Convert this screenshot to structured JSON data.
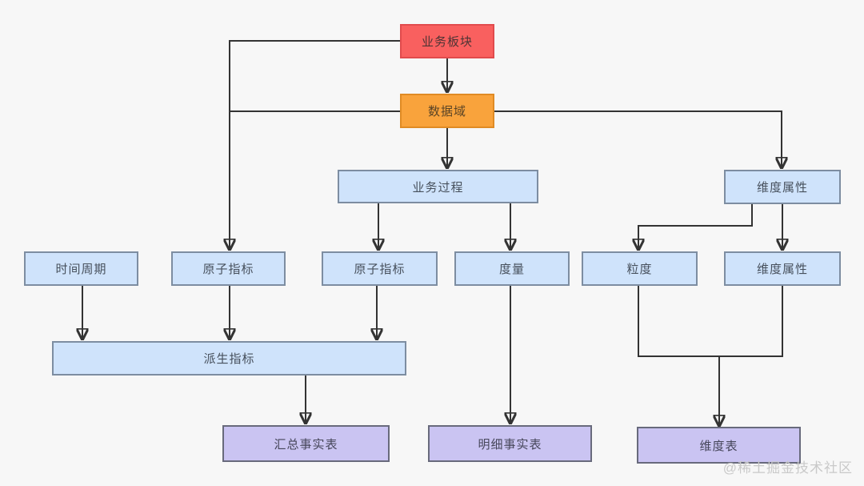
{
  "diagram": {
    "background_color": "#f7f7f7",
    "line_color": "#333333",
    "watermark": "@稀土掘金技术社区",
    "colors": {
      "red": "#f9605f",
      "orange": "#f9a33c",
      "blue": "#cfe3fb",
      "purple": "#cac4f2"
    },
    "nodes": [
      {
        "id": "business-sector",
        "label": "业务板块",
        "color": "red"
      },
      {
        "id": "data-domain",
        "label": "数据域",
        "color": "orange"
      },
      {
        "id": "business-process",
        "label": "业务过程",
        "color": "blue"
      },
      {
        "id": "dimension-attribute-top",
        "label": "维度属性",
        "color": "blue"
      },
      {
        "id": "time-period",
        "label": "时间周期",
        "color": "blue"
      },
      {
        "id": "atomic-indicator-1",
        "label": "原子指标",
        "color": "blue"
      },
      {
        "id": "atomic-indicator-2",
        "label": "原子指标",
        "color": "blue"
      },
      {
        "id": "measure",
        "label": "度量",
        "color": "blue"
      },
      {
        "id": "granularity",
        "label": "粒度",
        "color": "blue"
      },
      {
        "id": "dimension-attribute-bottom",
        "label": "维度属性",
        "color": "blue"
      },
      {
        "id": "derived-indicator",
        "label": "派生指标",
        "color": "blue"
      },
      {
        "id": "summary-fact-table",
        "label": "汇总事实表",
        "color": "purple"
      },
      {
        "id": "detail-fact-table",
        "label": "明细事实表",
        "color": "purple"
      },
      {
        "id": "dimension-table",
        "label": "维度表",
        "color": "purple"
      }
    ],
    "edges": [
      {
        "from": "business-sector",
        "to": "data-domain"
      },
      {
        "from": "business-sector",
        "to": "atomic-indicator-1"
      },
      {
        "from": "data-domain",
        "to": "atomic-indicator-1"
      },
      {
        "from": "data-domain",
        "to": "business-process"
      },
      {
        "from": "data-domain",
        "to": "dimension-attribute-top"
      },
      {
        "from": "business-process",
        "to": "atomic-indicator-2"
      },
      {
        "from": "business-process",
        "to": "measure"
      },
      {
        "from": "dimension-attribute-top",
        "to": "granularity"
      },
      {
        "from": "dimension-attribute-top",
        "to": "dimension-attribute-bottom"
      },
      {
        "from": "time-period",
        "to": "derived-indicator"
      },
      {
        "from": "atomic-indicator-1",
        "to": "derived-indicator"
      },
      {
        "from": "atomic-indicator-2",
        "to": "derived-indicator"
      },
      {
        "from": "derived-indicator",
        "to": "summary-fact-table"
      },
      {
        "from": "measure",
        "to": "detail-fact-table"
      },
      {
        "from": "granularity",
        "to": "dimension-table"
      },
      {
        "from": "dimension-attribute-bottom",
        "to": "dimension-table"
      }
    ]
  }
}
